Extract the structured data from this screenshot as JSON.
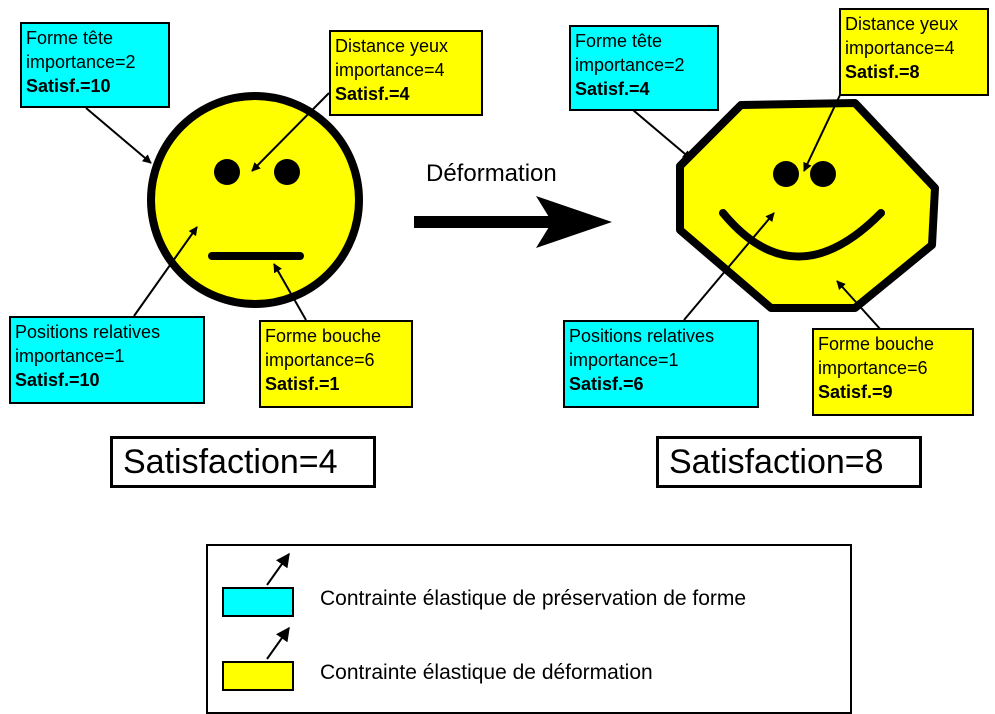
{
  "left_face": {
    "shape_box": [
      "Forme tête",
      "importance=2",
      "Satisf.=10"
    ],
    "eyes_box": [
      "Distance yeux",
      "importance=4",
      "Satisf.=4"
    ],
    "positions_box": [
      "Positions relatives",
      "importance=1",
      "Satisf.=10"
    ],
    "mouth_box": [
      "Forme bouche",
      "importance=6",
      "Satisf.=1"
    ],
    "satisfaction": "Satisfaction=4"
  },
  "right_face": {
    "shape_box": [
      "Forme tête",
      "importance=2",
      "Satisf.=4"
    ],
    "eyes_box": [
      "Distance yeux",
      "importance=4",
      "Satisf.=8"
    ],
    "positions_box": [
      "Positions relatives",
      "importance=1",
      "Satisf.=6"
    ],
    "mouth_box": [
      "Forme bouche",
      "importance=6",
      "Satisf.=9"
    ],
    "satisfaction": "Satisfaction=8"
  },
  "deformation_label": "Déformation",
  "legend": {
    "items": [
      {
        "label": "Contrainte élastique de préservation de forme",
        "color": "#00ffff"
      },
      {
        "label": "Contrainte élastique de déformation",
        "color": "#ffff00"
      }
    ]
  },
  "colors": {
    "face": "#ffff00",
    "shape_constraint": "#00ffff",
    "deformation_constraint": "#ffff00",
    "outline": "#000000"
  }
}
